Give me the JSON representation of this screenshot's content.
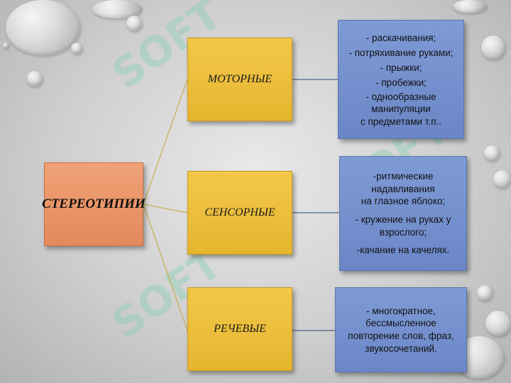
{
  "watermark": "SOFT",
  "root": {
    "label": "СТЕРЕОТИПИИ"
  },
  "categories": [
    {
      "label": "МОТОРНЫЕ",
      "details": [
        "- раскачивания;",
        "- потряхивание руками;",
        "- прыжки;",
        "- пробежки;",
        "- однообразные манипуляции",
        "с предметами т.п.."
      ]
    },
    {
      "label": "СЕНСОРНЫЕ",
      "details": [
        "-ритмические надавливания",
        "на глазное яблоко;",
        "- кружение на руках у",
        "взрослого;",
        "-качание на качелях."
      ]
    },
    {
      "label": "РЕЧЕВЫЕ",
      "details": [
        "- многократное, бессмысленное",
        "повторение слов, фраз,",
        "звукосочетаний."
      ]
    }
  ],
  "colors": {
    "root": "#e8905f",
    "category": "#ecbf3c",
    "detail": "#7590cd",
    "connector": "#c9b15a"
  }
}
